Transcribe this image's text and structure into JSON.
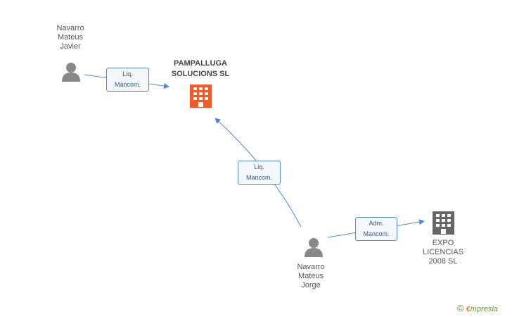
{
  "nodes": {
    "person_javier": {
      "label": "Navarro\nMateus\nJavier",
      "icon": "person-icon"
    },
    "company_pampalluga": {
      "label": "PAMPALLUGA\nSOLUCIONS SL",
      "icon": "building-icon",
      "color": "#f05a2a"
    },
    "person_jorge": {
      "label": "Navarro\nMateus\nJorge",
      "icon": "person-icon"
    },
    "company_expo": {
      "label": "EXPO\nLICENCIAS\n2008 SL",
      "icon": "building-icon",
      "color": "#666666"
    }
  },
  "relations": {
    "javier_pampalluga": "Liq.\nMancom.",
    "jorge_pampalluga": "Liq.\nMancom.",
    "jorge_expo": "Adm.\nMancom."
  },
  "colors": {
    "edge": "#4a8bd9",
    "person": "#888888"
  },
  "brand": {
    "copyright": "©",
    "e": "€",
    "rest": "mpresia"
  }
}
